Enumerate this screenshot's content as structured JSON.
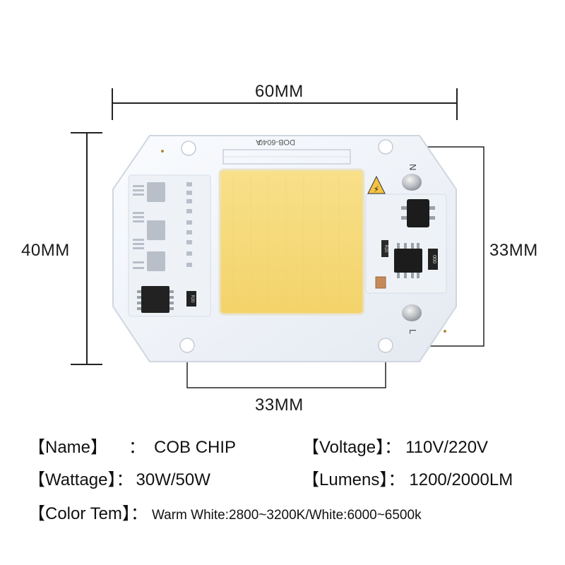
{
  "dimensions": {
    "width_label": "60MM",
    "height_label": "40MM",
    "hole_vertical_label": "33MM",
    "hole_horizontal_label": "33MM"
  },
  "board": {
    "model_text": "DOB-6040",
    "revision_text": "A",
    "pin_top": "N",
    "pin_bottom": "L",
    "resistor_left_code": "R20",
    "resistor_right_code": "000",
    "ic_right_code": "R20",
    "led_color": "#f6dc7a",
    "board_color": "#f3f6fb"
  },
  "specs": [
    {
      "key": "【Name】",
      "sep": "：",
      "value": "COB CHIP"
    },
    {
      "key": "【Voltage】",
      "sep": "：",
      "value": "110V/220V"
    },
    {
      "key": "【Wattage】",
      "sep": "：",
      "value": "30W/50W"
    },
    {
      "key": "【Lumens】",
      "sep": "：",
      "value": "1200/2000LM"
    },
    {
      "key": "【Color Tem】",
      "sep": "：",
      "value": "Warm White:2800~3200K/White:6000~6500k"
    }
  ]
}
